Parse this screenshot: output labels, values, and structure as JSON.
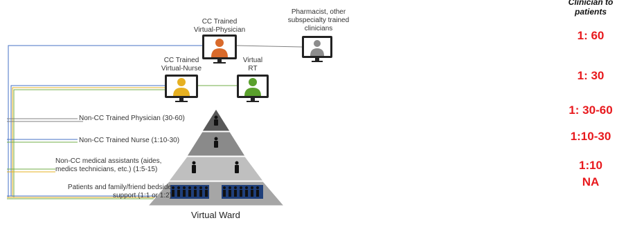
{
  "header": {
    "line1": "Clinician to",
    "line2": "patients"
  },
  "monitors": [
    {
      "name": "cc-physician",
      "label_lines": [
        "CC Trained",
        "Virtual-Physician"
      ],
      "color": "#d96a2b"
    },
    {
      "name": "pharmacist",
      "label_lines": [
        "Pharmacist, other",
        "subspecialty trained",
        "clinicians"
      ],
      "color": "#8c8c8c"
    },
    {
      "name": "cc-nurse",
      "label_lines": [
        "CC Trained",
        "Virtual-Nurse"
      ],
      "color": "#e6b021"
    },
    {
      "name": "virtual-rt",
      "label_lines": [
        "Virtual",
        "RT"
      ],
      "color": "#5aa02c"
    }
  ],
  "tiers": [
    {
      "label_lines": [
        "Non-CC Trained Physician (30-60)"
      ]
    },
    {
      "label_lines": [
        "Non-CC Trained Nurse (1:10-30)"
      ]
    },
    {
      "label_lines": [
        "Non-CC medical assistants (aides,",
        "medics technicians, etc.) (1:5-15)"
      ]
    },
    {
      "label_lines": [
        "Patients and family/friend bedside",
        "support (1:1 or 1:2)"
      ]
    }
  ],
  "ratios": [
    "1: 60",
    "1: 30",
    "1: 30-60",
    "1:10-30",
    "1:10",
    "NA"
  ],
  "pyramid_title": "Virtual Ward",
  "colors": {
    "ratio": "#e8191d",
    "line_blue": "#4472c4",
    "line_green": "#70ad47",
    "line_yellow": "#e6b021",
    "line_gray": "#808080"
  }
}
